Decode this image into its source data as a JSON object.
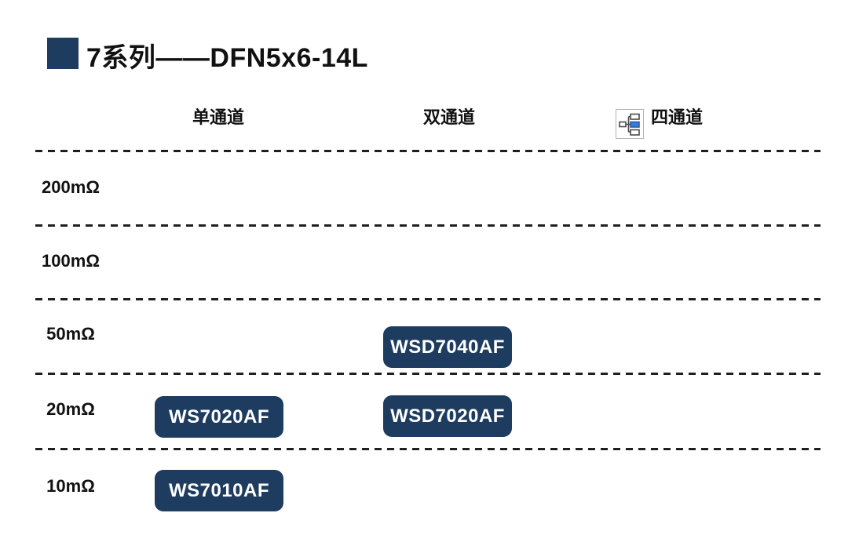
{
  "title": {
    "text": "7系列——DFN5x6-14L"
  },
  "columns": [
    {
      "label": "单通道"
    },
    {
      "label": "双通道"
    },
    {
      "label": "四通道",
      "icon": "channel-diagram-icon"
    }
  ],
  "rows": [
    {
      "label": "200mΩ"
    },
    {
      "label": "100mΩ"
    },
    {
      "label": "50mΩ"
    },
    {
      "label": "20mΩ"
    },
    {
      "label": "10mΩ"
    }
  ],
  "parts": [
    {
      "name": "WSD7040AF",
      "row": "50mΩ",
      "column": "双通道"
    },
    {
      "name": "WS7020AF",
      "row": "20mΩ",
      "column": "单通道"
    },
    {
      "name": "WSD7020AF",
      "row": "20mΩ",
      "column": "双通道"
    },
    {
      "name": "WS7010AF",
      "row": "10mΩ",
      "column": "单通道"
    }
  ],
  "colors": {
    "accent_navy": "#1e3c5f",
    "badge_text": "#ffffff",
    "dash_line": "#1f1f1f",
    "icon_highlight_blue": "#3a7bd5",
    "icon_border_gray": "#b3b3b3"
  },
  "chart_data": {
    "type": "table",
    "title": "7系列——DFN5x6-14L",
    "columns": [
      "单通道",
      "双通道",
      "四通道"
    ],
    "rows": [
      "200mΩ",
      "100mΩ",
      "50mΩ",
      "20mΩ",
      "10mΩ"
    ],
    "cells": [
      {
        "row": "50mΩ",
        "column": "双通道",
        "value": "WSD7040AF"
      },
      {
        "row": "20mΩ",
        "column": "单通道",
        "value": "WS7020AF"
      },
      {
        "row": "20mΩ",
        "column": "双通道",
        "value": "WSD7020AF"
      },
      {
        "row": "10mΩ",
        "column": "单通道",
        "value": "WS7010AF"
      }
    ],
    "legend_position": "none",
    "grid": "dashed-horizontal-lines"
  }
}
